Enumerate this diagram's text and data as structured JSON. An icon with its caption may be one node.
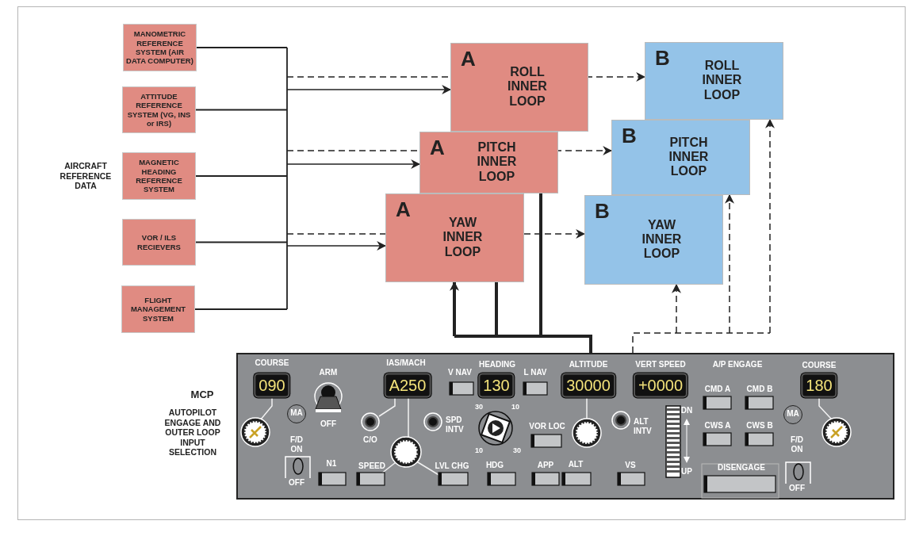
{
  "diagram": {
    "nodes": [
      {
        "text": [
          "MANOMETRIC REFERENCE SYSTEM (AIR DATA COMPUTER)"
        ]
      },
      {
        "text": [
          "ATTITUDE REFERENCE SYSTEM (VG, INS or IRS)"
        ]
      },
      {
        "text": [
          "MAGNETIC HEADING REFERENCE SYSTEM"
        ]
      },
      {
        "text": [
          "VOR / ILS RECIEVERS"
        ]
      },
      {
        "text": [
          "FLIGHT MANAGEMENT SYSTEM"
        ]
      },
      {
        "text": [
          "A",
          "ROLL INNER LOOP"
        ]
      },
      {
        "text": [
          "A",
          "PITCH INNER LOOP"
        ]
      },
      {
        "text": [
          "A",
          "YAW INNER LOOP"
        ]
      },
      {
        "text": [
          "B",
          "ROLL INNER LOOP"
        ]
      },
      {
        "text": [
          "B",
          "PITCH INNER LOOP"
        ]
      },
      {
        "text": [
          "B",
          "YAW INNER LOOP"
        ]
      },
      {
        "text": [],
        "shape": "box",
        "beside": [
          "MCP",
          "AUTOPILOT ENGAGE AND OUTER LOOP INPUT SELECTION"
        ]
      }
    ],
    "edges": [
      {
        "from": 0,
        "to": 5,
        "arrow": "to"
      },
      {
        "from": 0,
        "to": 6,
        "arrow": "to"
      },
      {
        "from": 0,
        "to": 7,
        "arrow": "to"
      },
      {
        "from": 0,
        "to": 8,
        "arrow": "to",
        "style": "dashed"
      },
      {
        "from": 0,
        "to": 9,
        "arrow": "to",
        "style": "dashed"
      },
      {
        "from": 0,
        "to": 10,
        "arrow": "to",
        "style": "dashed"
      },
      {
        "from": 1,
        "to": 5,
        "arrow": "to"
      },
      {
        "from": 1,
        "to": 6,
        "arrow": "to"
      },
      {
        "from": 1,
        "to": 7,
        "arrow": "to"
      },
      {
        "from": 1,
        "to": 8,
        "arrow": "to",
        "style": "dashed"
      },
      {
        "from": 1,
        "to": 9,
        "arrow": "to",
        "style": "dashed"
      },
      {
        "from": 1,
        "to": 10,
        "arrow": "to",
        "style": "dashed"
      },
      {
        "from": 2,
        "to": 5,
        "arrow": "to"
      },
      {
        "from": 2,
        "to": 6,
        "arrow": "to"
      },
      {
        "from": 2,
        "to": 7,
        "arrow": "to"
      },
      {
        "from": 2,
        "to": 8,
        "arrow": "to",
        "style": "dashed"
      },
      {
        "from": 2,
        "to": 9,
        "arrow": "to",
        "style": "dashed"
      },
      {
        "from": 2,
        "to": 10,
        "arrow": "to",
        "style": "dashed"
      },
      {
        "from": 3,
        "to": 5,
        "arrow": "to"
      },
      {
        "from": 3,
        "to": 6,
        "arrow": "to"
      },
      {
        "from": 3,
        "to": 7,
        "arrow": "to"
      },
      {
        "from": 3,
        "to": 8,
        "arrow": "to",
        "style": "dashed"
      },
      {
        "from": 3,
        "to": 9,
        "arrow": "to",
        "style": "dashed"
      },
      {
        "from": 3,
        "to": 10,
        "arrow": "to",
        "style": "dashed"
      },
      {
        "from": 4,
        "to": 5,
        "arrow": "to"
      },
      {
        "from": 4,
        "to": 6,
        "arrow": "to"
      },
      {
        "from": 4,
        "to": 7,
        "arrow": "to"
      },
      {
        "from": 4,
        "to": 8,
        "arrow": "to",
        "style": "dashed"
      },
      {
        "from": 4,
        "to": 9,
        "arrow": "to",
        "style": "dashed"
      },
      {
        "from": 4,
        "to": 10,
        "arrow": "to",
        "style": "dashed"
      },
      {
        "from": 11,
        "to": 5,
        "arrow": "to",
        "style": "thick"
      },
      {
        "from": 11,
        "to": 6,
        "arrow": "to",
        "style": "thick"
      },
      {
        "from": 11,
        "to": 7,
        "arrow": "to",
        "style": "thick"
      },
      {
        "from": 11,
        "to": 8,
        "arrow": "to",
        "style": "dashed"
      },
      {
        "from": 11,
        "to": 9,
        "arrow": "to",
        "style": "dashed"
      },
      {
        "from": 11,
        "to": 10,
        "arrow": "to",
        "style": "dashed"
      }
    ],
    "labels": [
      "AIRCRAFT REFERENCE DATA",
      "COURSE",
      "090",
      "ARM",
      "OFF",
      "MA",
      "F/D",
      "ON",
      "OFF",
      "IAS/MACH",
      "A250",
      "V NAV",
      "HEADING",
      "130",
      "L NAV",
      "ALTITUDE",
      "30000",
      "VERT SPEED",
      "+0000",
      "A/P ENGAGE",
      "COURSE",
      "180",
      "CMD A",
      "CMD B",
      "30",
      "10",
      "DN",
      "MA",
      "C/O",
      "SPD INTV",
      "VOR LOC",
      "ALT INTV",
      "CWS A",
      "CWS B",
      "10",
      "30",
      "F/D",
      "ON",
      "UP",
      "N1",
      "SPEED",
      "LVL CHG",
      "HDG",
      "APP",
      "ALT",
      "VS",
      "DISENGAGE",
      "OFF"
    ]
  }
}
